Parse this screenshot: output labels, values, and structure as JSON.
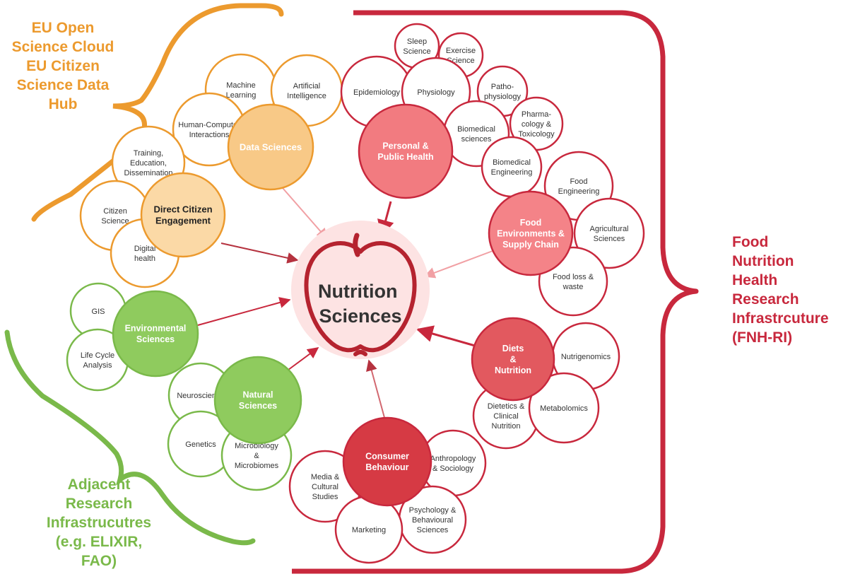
{
  "center": {
    "lines": [
      "Nutrition",
      "Sciences"
    ]
  },
  "side_labels": {
    "eu_infra": [
      "EU Open",
      "Science Cloud",
      "EU Citizen",
      "Science Data",
      "Hub"
    ],
    "adjacent": [
      "Adjacent",
      "Research",
      "Infrastrucutres",
      "(e.g. ELIXIR,",
      "FAO)"
    ],
    "fnh_ri": [
      "Food",
      "Nutrition",
      "Health",
      "Research",
      "Infrastrcuture",
      "(FNH-RI)"
    ]
  },
  "colors": {
    "orange": "#ec9a2e",
    "orange_fill_light": "#fbd9a6",
    "orange_fill": "#f8c987",
    "green": "#7ab94a",
    "green_fill": "#8fcb5e",
    "red": "#c8283d",
    "center_fill": "#fde3e3"
  },
  "hubs": [
    {
      "id": "data-sciences",
      "lines": [
        "Data Sciences"
      ],
      "group": "orange"
    },
    {
      "id": "direct-citizen",
      "lines": [
        "Direct Citizen",
        "Engagement"
      ],
      "group": "orange"
    },
    {
      "id": "environmental",
      "lines": [
        "Environmental",
        "Sciences"
      ],
      "group": "green"
    },
    {
      "id": "natural",
      "lines": [
        "Natural",
        "Sciences"
      ],
      "group": "green"
    },
    {
      "id": "personal-health",
      "lines": [
        "Personal &",
        "Public Health"
      ],
      "group": "red"
    },
    {
      "id": "food-environments",
      "lines": [
        "Food",
        "Environments &",
        "Supply Chain"
      ],
      "group": "red"
    },
    {
      "id": "diets",
      "lines": [
        "Diets",
        "&",
        "Nutrition"
      ],
      "group": "red"
    },
    {
      "id": "consumer",
      "lines": [
        "Consumer",
        "Behaviour"
      ],
      "group": "red"
    }
  ],
  "satellites": [
    {
      "id": "machine-learning",
      "lines": [
        "Machine",
        "Learning"
      ],
      "group": "orange"
    },
    {
      "id": "ai",
      "lines": [
        "Artificial",
        "Intelligence"
      ],
      "group": "orange"
    },
    {
      "id": "hci",
      "lines": [
        "Human-Computer",
        "Interactions"
      ],
      "group": "orange"
    },
    {
      "id": "training",
      "lines": [
        "Training,",
        "Education,",
        "Dissemination"
      ],
      "group": "orange"
    },
    {
      "id": "citizen-science",
      "lines": [
        "Citizen",
        "Science"
      ],
      "group": "orange"
    },
    {
      "id": "digital-health",
      "lines": [
        "Digital",
        "health"
      ],
      "group": "orange"
    },
    {
      "id": "gis",
      "lines": [
        "GIS"
      ],
      "group": "green"
    },
    {
      "id": "lca",
      "lines": [
        "Life Cycle",
        "Analysis"
      ],
      "group": "green"
    },
    {
      "id": "neuroscience",
      "lines": [
        "Neuroscience"
      ],
      "group": "green"
    },
    {
      "id": "genetics",
      "lines": [
        "Genetics"
      ],
      "group": "green"
    },
    {
      "id": "microbiology",
      "lines": [
        "Microbiology",
        "&",
        "Microbiomes"
      ],
      "group": "green"
    },
    {
      "id": "sleep",
      "lines": [
        "Sleep",
        "Science"
      ],
      "group": "red"
    },
    {
      "id": "exercise",
      "lines": [
        "Exercise",
        "Science"
      ],
      "group": "red"
    },
    {
      "id": "epidemiology",
      "lines": [
        "Epidemiology"
      ],
      "group": "red"
    },
    {
      "id": "physiology",
      "lines": [
        "Physiology"
      ],
      "group": "red"
    },
    {
      "id": "pathophysiology",
      "lines": [
        "Patho-",
        "physiology"
      ],
      "group": "red"
    },
    {
      "id": "pharmacology",
      "lines": [
        "Pharma-",
        "cology &",
        "Toxicology"
      ],
      "group": "red"
    },
    {
      "id": "biomedical-sciences",
      "lines": [
        "Biomedical",
        "sciences"
      ],
      "group": "red"
    },
    {
      "id": "biomedical-engineering",
      "lines": [
        "Biomedical",
        "Engineering"
      ],
      "group": "red"
    },
    {
      "id": "food-engineering",
      "lines": [
        "Food",
        "Engineering"
      ],
      "group": "red"
    },
    {
      "id": "agricultural",
      "lines": [
        "Agricultural",
        "Sciences"
      ],
      "group": "red"
    },
    {
      "id": "food-loss",
      "lines": [
        "Food loss &",
        "waste"
      ],
      "group": "red"
    },
    {
      "id": "nutrigenomics",
      "lines": [
        "Nutrigenomics"
      ],
      "group": "red"
    },
    {
      "id": "dietetics",
      "lines": [
        "Dietetics &",
        "Clinical",
        "Nutrition"
      ],
      "group": "red"
    },
    {
      "id": "metabolomics",
      "lines": [
        "Metabolomics"
      ],
      "group": "red"
    },
    {
      "id": "anthropology",
      "lines": [
        "Anthropology",
        "& Sociology"
      ],
      "group": "red"
    },
    {
      "id": "media",
      "lines": [
        "Media &",
        "Cultural",
        "Studies"
      ],
      "group": "red"
    },
    {
      "id": "psychology",
      "lines": [
        "Psychology &",
        "Behavioural",
        "Sciences"
      ],
      "group": "red"
    },
    {
      "id": "marketing",
      "lines": [
        "Marketing"
      ],
      "group": "red"
    }
  ]
}
